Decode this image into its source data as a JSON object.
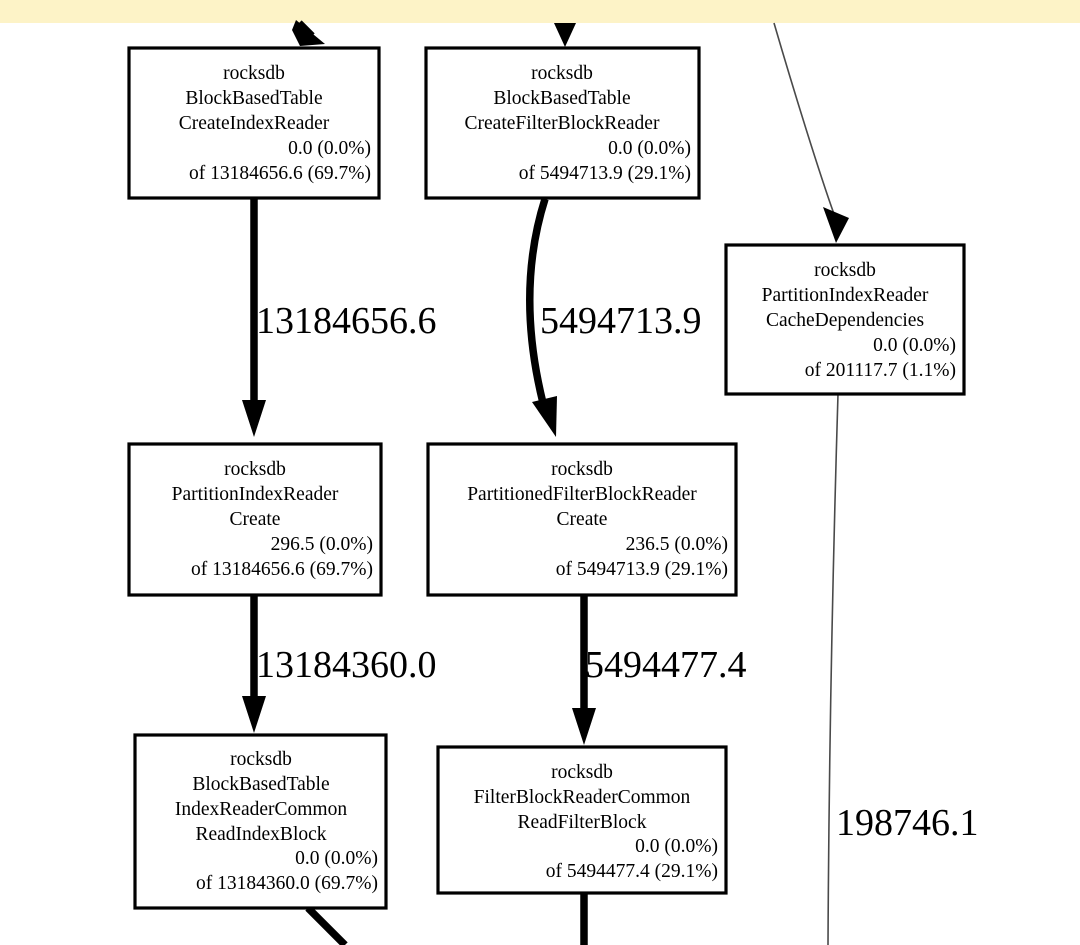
{
  "page": {
    "background_color": "#ffffff",
    "banner_color": "#fdf3c7",
    "edge_color": "#000000",
    "thin_edge_color": "#4a4a4a"
  },
  "graph": {
    "type": "call-graph-profile",
    "nodes": [
      {
        "id": "create-index-reader",
        "package": "rocksdb",
        "class": "BlockBasedTable",
        "method": "CreateIndexReader",
        "flat": "0.0 (0.0%)",
        "cumulative": "of 13184656.6 (69.7%)"
      },
      {
        "id": "create-filter-block-reader",
        "package": "rocksdb",
        "class": "BlockBasedTable",
        "method": "CreateFilterBlockReader",
        "flat": "0.0 (0.0%)",
        "cumulative": "of 5494713.9 (29.1%)"
      },
      {
        "id": "cache-dependencies",
        "package": "rocksdb",
        "class": "PartitionIndexReader",
        "method": "CacheDependencies",
        "flat": "0.0 (0.0%)",
        "cumulative": "of 201117.7 (1.1%)"
      },
      {
        "id": "partition-index-reader-create",
        "package": "rocksdb",
        "class": "PartitionIndexReader",
        "method": "Create",
        "flat": "296.5 (0.0%)",
        "cumulative": "of 13184656.6 (69.7%)"
      },
      {
        "id": "partitioned-filter-block-reader-create",
        "package": "rocksdb",
        "class": "PartitionedFilterBlockReader",
        "method": "Create",
        "flat": "236.5 (0.0%)",
        "cumulative": "of 5494713.9 (29.1%)"
      },
      {
        "id": "read-index-block",
        "package": "rocksdb",
        "class": "BlockBasedTable",
        "class2": "IndexReaderCommon",
        "method": "ReadIndexBlock",
        "flat": "0.0 (0.0%)",
        "cumulative": "of 13184360.0 (69.7%)"
      },
      {
        "id": "read-filter-block",
        "package": "rocksdb",
        "class": "FilterBlockReaderCommon",
        "method": "ReadFilterBlock",
        "flat": "0.0 (0.0%)",
        "cumulative": "of 5494477.4 (29.1%)"
      }
    ],
    "edge_labels": [
      {
        "id": "edge-label-left-top",
        "value": "13184656.6"
      },
      {
        "id": "edge-label-mid-top",
        "value": "5494713.9"
      },
      {
        "id": "edge-label-left-bottom",
        "value": "13184360.0"
      },
      {
        "id": "edge-label-mid-bottom",
        "value": "5494477.4"
      },
      {
        "id": "edge-label-right",
        "value": "198746.1"
      }
    ]
  }
}
